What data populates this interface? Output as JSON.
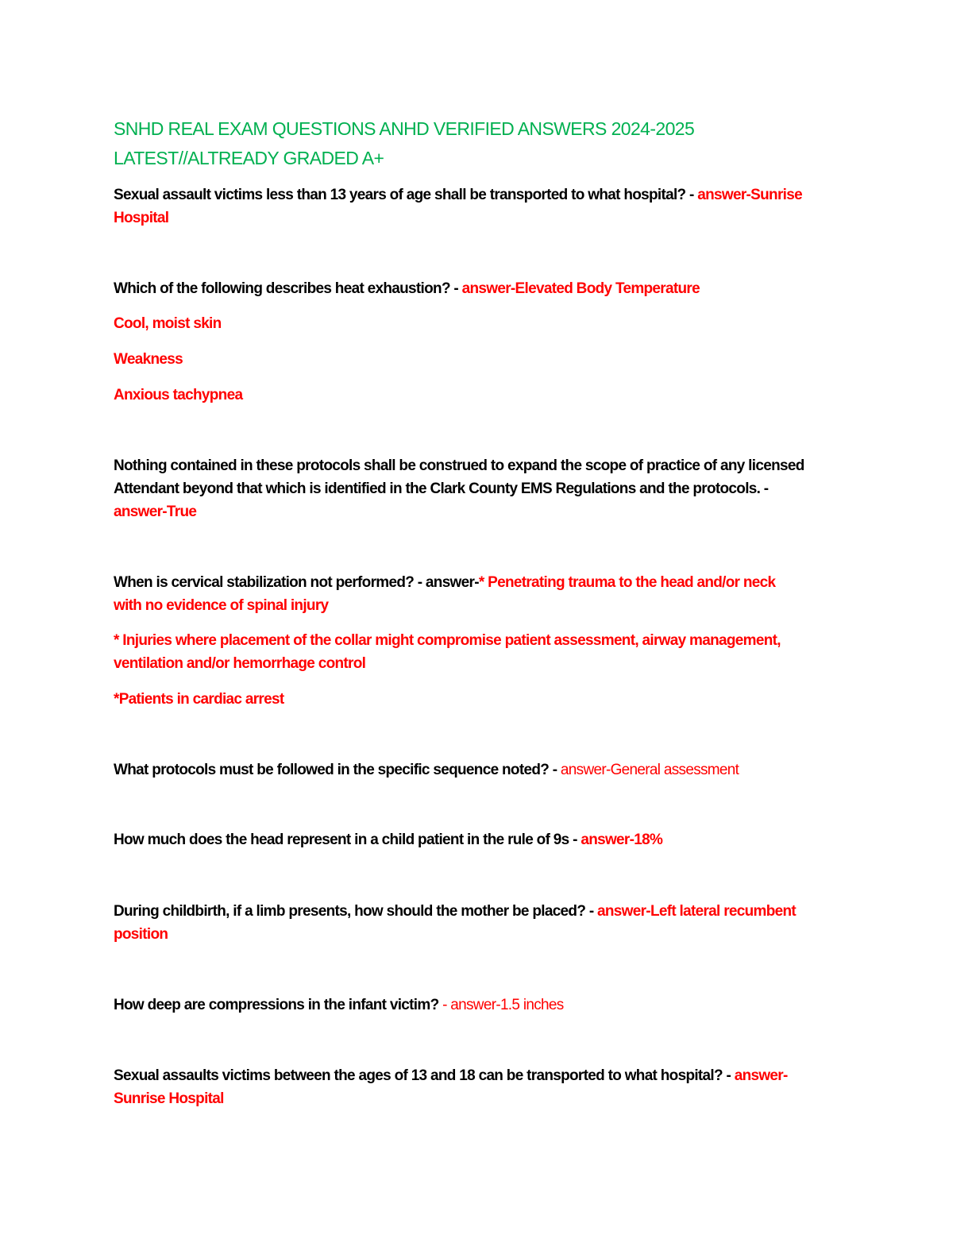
{
  "document": {
    "title_line1": "SNHD REAL EXAM QUESTIONS ANHD VERIFIED ANSWERS 2024-2025",
    "title_line2": "LATEST//ALTREADY GRADED A+",
    "colors": {
      "title": "#00b050",
      "question": "#000000",
      "answer": "#ff0000"
    },
    "items": [
      {
        "q": "Sexual assault victims less than 13 years of age shall be transported to what hospital? - ",
        "a_line1": "answer-Sunrise",
        "a_line2": "Hospital"
      },
      {
        "q": "Which of the following describes heat exhaustion? - ",
        "a": "answer-Elevated Body Temperature",
        "extra": [
          "Cool, moist skin",
          "Weakness",
          "Anxious tachypnea"
        ]
      },
      {
        "q_line1": "Nothing contained in these protocols shall be construed to expand the scope of practice of any licensed",
        "q_line2": "Attendant beyond that which is identified in the Clark County EMS Regulations and the protocols. -",
        "a": "answer-True"
      },
      {
        "q": "When is cervical stabilization not performed? - answer-",
        "a_line1": "* Penetrating trauma to the head and/or neck",
        "a_line2": "with no evidence of spinal injury",
        "extra": [
          "* Injuries where placement of the collar might compromise patient assessment, airway management,",
          "ventilation and/or hemorrhage control",
          "*Patients in cardiac arrest"
        ]
      },
      {
        "q": "What protocols must be followed in the specific sequence noted? - ",
        "a": "answer-General assessment"
      },
      {
        "q": "How much does the head represent in a child patient in the rule of 9s - ",
        "a": "answer-18%"
      },
      {
        "q": "During childbirth, if a limb presents, how should the mother be placed? - ",
        "a_line1": "answer-Left lateral recumbent",
        "a_line2": "position"
      },
      {
        "q": "How deep are compressions in the infant victim? ",
        "a": "- answer-1.5 inches"
      },
      {
        "q": "Sexual assaults victims between the ages of 13 and 18 can be transported to what hospital? - ",
        "a_line1": "answer-",
        "a_line2": "Sunrise Hospital"
      }
    ]
  }
}
